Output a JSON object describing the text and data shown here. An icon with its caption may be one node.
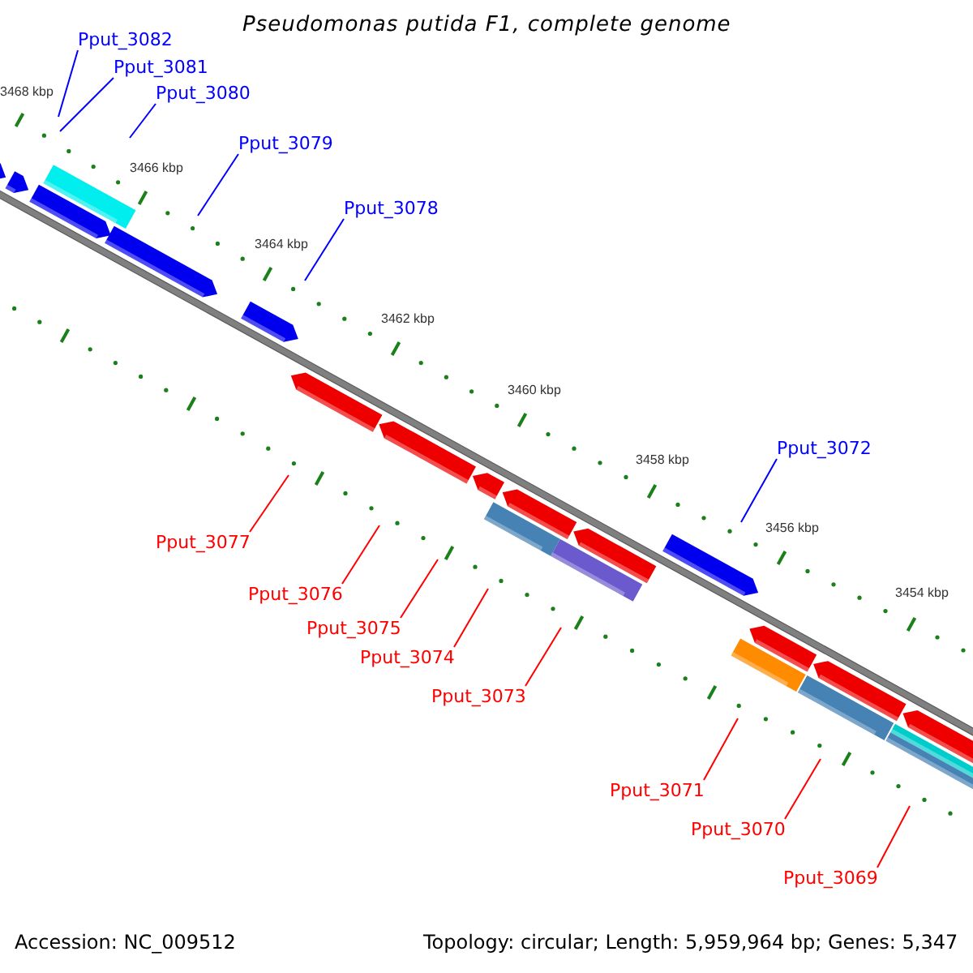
{
  "diagram": {
    "title": "Pseudomonas putida F1, complete genome",
    "nodes": [
      {
        "text": [
          "Pput_3082"
        ]
      },
      {
        "text": [
          "Pput_3081"
        ]
      },
      {
        "text": [
          "Pput_3080"
        ]
      },
      {
        "text": [
          "Pput_3079"
        ]
      },
      {
        "text": [
          "Pput_3078"
        ]
      },
      {
        "text": [
          "Pput_3072"
        ]
      },
      {
        "text": [
          "Pput_3077"
        ]
      },
      {
        "text": [
          "Pput_3076"
        ]
      },
      {
        "text": [
          "Pput_3075"
        ]
      },
      {
        "text": [
          "Pput_3074"
        ]
      },
      {
        "text": [
          "Pput_3073"
        ]
      },
      {
        "text": [
          "Pput_3071"
        ]
      },
      {
        "text": [
          "Pput_3070"
        ]
      },
      {
        "text": [
          "Pput_3069"
        ]
      }
    ],
    "edges": [
      {
        "from": 0,
        "to": null,
        "arrow": "none",
        "color": "#0000ff"
      },
      {
        "from": 1,
        "to": null,
        "arrow": "none",
        "color": "#0000ff"
      },
      {
        "from": 2,
        "to": null,
        "arrow": "none",
        "color": "#0000ff"
      },
      {
        "from": 3,
        "to": null,
        "arrow": "none",
        "color": "#0000ff"
      },
      {
        "from": 4,
        "to": null,
        "arrow": "none",
        "color": "#0000ff"
      },
      {
        "from": 5,
        "to": null,
        "arrow": "none",
        "color": "#0000ff"
      },
      {
        "from": 6,
        "to": null,
        "arrow": "none"
      },
      {
        "from": 7,
        "to": null,
        "arrow": "none"
      },
      {
        "from": 8,
        "to": null,
        "arrow": "none"
      },
      {
        "from": 9,
        "to": null,
        "arrow": "none"
      },
      {
        "from": 10,
        "to": null,
        "arrow": "none"
      },
      {
        "from": 11,
        "to": null,
        "arrow": "none"
      },
      {
        "from": 12,
        "to": null,
        "arrow": "none"
      },
      {
        "from": 13,
        "to": null,
        "arrow": "none"
      }
    ],
    "labels": [
      "3468 kbp",
      "3466 kbp",
      "3464 kbp",
      "3462 kbp",
      "3460 kbp",
      "3458 kbp",
      "3456 kbp",
      "3454 kbp",
      "Accession: NC_009512",
      "Topology: circular; Length: 5,959,964 bp; Genes: 5,347"
    ]
  }
}
